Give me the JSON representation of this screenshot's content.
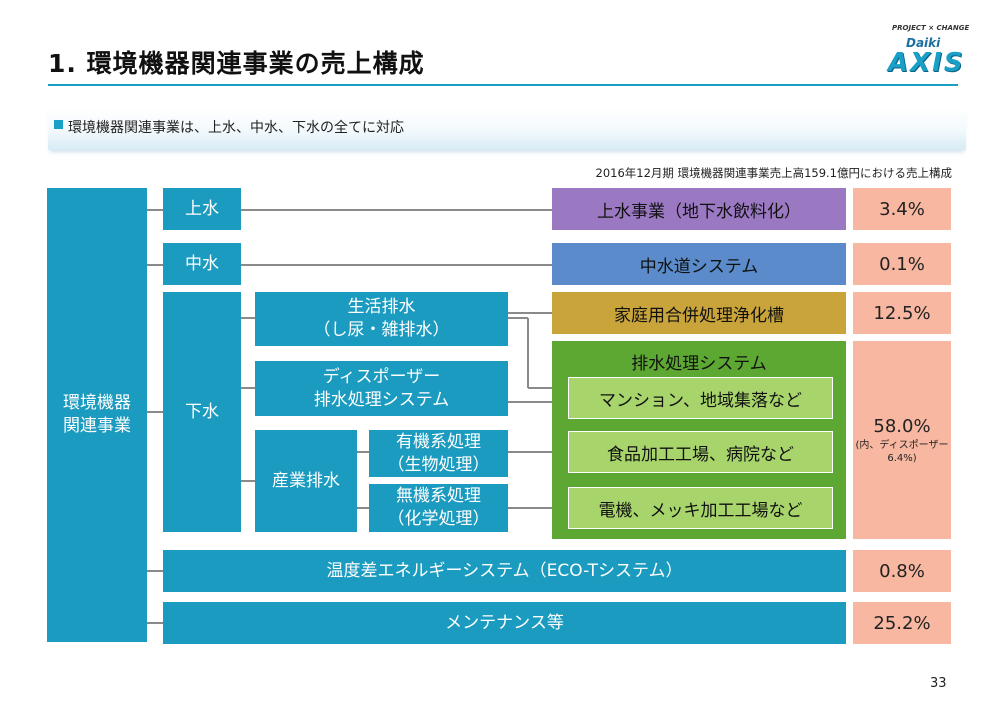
{
  "header": {
    "title": "1. 環境機器関連事業の売上構成",
    "logo_tagline": "PROJECT × CHANGE",
    "logo_daiki": "Daiki",
    "logo_axis": "AXIS"
  },
  "summary": {
    "text": "環境機器関連事業は、上水、中水、下水の全てに対応"
  },
  "caption": "2016年12月期 環境機器関連事業売上高159.1億円における売上構成",
  "diagram": {
    "root": [
      "環境機器",
      "関連事業"
    ],
    "categories": {
      "upper": "上水",
      "middle": "中水",
      "lower": "下水"
    },
    "lower_sources": {
      "domestic": [
        "生活排水",
        "（し尿・雑排水）"
      ],
      "disposer": [
        "ディスポーザー",
        "排水処理システム"
      ],
      "industrial": "産業排水",
      "organic": [
        "有機系処理",
        "（生物処理）"
      ],
      "inorganic": [
        "無機系処理",
        "（化学処理）"
      ]
    },
    "products": {
      "upper": "上水事業（地下水飲料化）",
      "middle": "中水道システム",
      "septic": "家庭用合併処理浄化槽",
      "drainage_system": "排水処理システム",
      "mansion": "マンション、地域集落など",
      "food": "食品加工工場、病院など",
      "electric": "電機、メッキ加工工場など",
      "thermal": "温度差エネルギーシステム（ECO-Tシステム）",
      "maintenance": "メンテナンス等"
    },
    "shares": {
      "upper": "3.4%",
      "middle": "0.1%",
      "septic": "12.5%",
      "drainage": "58.0%",
      "drainage_note": [
        "(内、ディスポーザー",
        "6.4%)"
      ],
      "thermal": "0.8%",
      "maintenance": "25.2%"
    },
    "colors": {
      "blue": "#1b9bbf",
      "purple": "#9a78c2",
      "steel": "#5b8bcb",
      "gold": "#c9a43a",
      "green": "#5da832",
      "light_green": "#a8d56b",
      "salmon": "#f7b7a1"
    }
  },
  "page_number": "33"
}
